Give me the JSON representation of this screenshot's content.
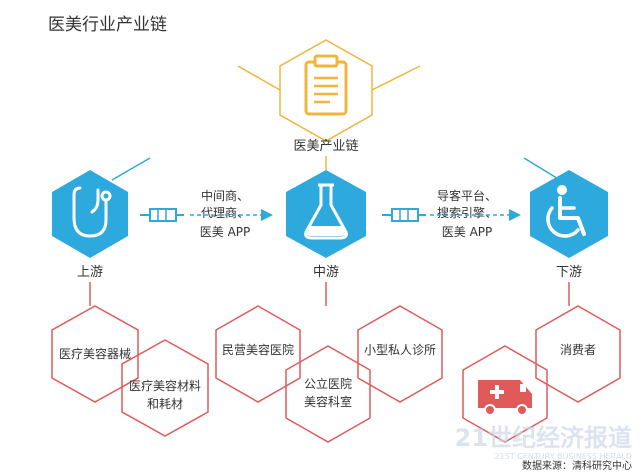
{
  "title": "医美行业产业链",
  "center": {
    "label": "医美产业链",
    "icon": "clipboard-icon"
  },
  "stages": [
    {
      "label": "上游",
      "icon": "stethoscope-icon"
    },
    {
      "label": "中游",
      "icon": "flask-icon"
    },
    {
      "label": "下游",
      "icon": "wheelchair-icon"
    }
  ],
  "connectors": [
    {
      "lines": [
        "中间商、",
        "代理商、",
        "医美 APP"
      ],
      "icon": "syringe-icon"
    },
    {
      "lines": [
        "导客平台、",
        "搜索引擎、",
        "医美 APP"
      ],
      "icon": "syringe-icon"
    }
  ],
  "upstream_items": [
    {
      "lines": [
        "医疗美容器械"
      ]
    },
    {
      "lines": [
        "医疗美容材料",
        "和耗材"
      ]
    }
  ],
  "midstream_items": [
    {
      "lines": [
        "民营美容医院"
      ]
    },
    {
      "lines": [
        "小型私人诊所"
      ]
    },
    {
      "lines": [
        "公立医院",
        "美容科室"
      ]
    }
  ],
  "downstream_items": [
    {
      "lines": [
        "消费者"
      ]
    },
    {
      "lines": [],
      "icon": "ambulance-icon"
    }
  ],
  "watermark": "21世纪经济报道",
  "watermark_sub": "21ST CENTURY BUSINESS HERALD",
  "source": "数据来源：清科研究中心",
  "colors": {
    "blue": "#2ea9de",
    "orange": "#f0b63c",
    "red": "#e05a5a",
    "text": "#333333",
    "arrow": "#2ea9de"
  }
}
